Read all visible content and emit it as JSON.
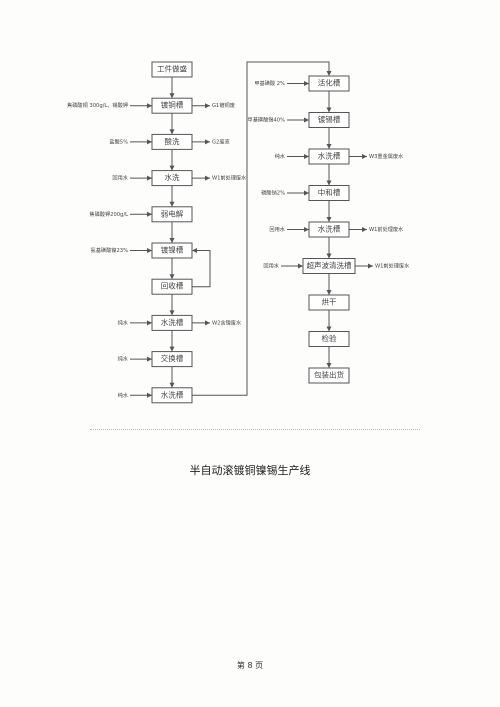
{
  "flowchart": {
    "left_steps": [
      {
        "label": "工件做盛",
        "note_left": "",
        "note_right": ""
      },
      {
        "label": "镀铜槽",
        "note_left": "焦磷酸铜 300g/L、锡酸钾",
        "note_right": "G1镀铜废"
      },
      {
        "label": "酸洗",
        "note_left": "盐酸5%",
        "note_right": "G2废液"
      },
      {
        "label": "水洗",
        "note_left": "回用水",
        "note_right": "W1前处理废水"
      },
      {
        "label": "弱电解",
        "note_left": "焦磷酸钾200g/L",
        "note_right": ""
      },
      {
        "label": "镀镍槽",
        "note_left": "氨基磺酸镍23%",
        "note_right": ""
      },
      {
        "label": "回收槽",
        "note_left": "",
        "note_right": ""
      },
      {
        "label": "水洗槽",
        "note_left": "纯水",
        "note_right": "W2含镍废水"
      },
      {
        "label": "交换槽",
        "note_left": "纯水",
        "note_right": ""
      },
      {
        "label": "水洗槽",
        "note_left": "纯水",
        "note_right": ""
      }
    ],
    "right_steps": [
      {
        "label": "活化槽",
        "note_left": "甲基磺酸 2%",
        "note_right": ""
      },
      {
        "label": "镀锡槽",
        "note_left": "甲基磺酸锡40%",
        "note_right": ""
      },
      {
        "label": "水洗槽",
        "note_left": "纯水",
        "note_right": "W3重金属废水"
      },
      {
        "label": "中和槽",
        "note_left": "磷酸钠2%",
        "note_right": ""
      },
      {
        "label": "水洗槽",
        "note_left": "回用水",
        "note_right": "W1前处理废水"
      },
      {
        "label": "超声波清洗槽",
        "note_left": "回用水",
        "note_right": "W1前处理废水"
      },
      {
        "label": "烘干",
        "note_left": "",
        "note_right": ""
      },
      {
        "label": "检验",
        "note_left": "",
        "note_right": ""
      },
      {
        "label": "包装出货",
        "note_left": "",
        "note_right": ""
      }
    ]
  },
  "caption": "半自动滚镀铜镍锡生产线",
  "page_number": "第 8 页",
  "colors": {
    "line": "#555555",
    "text": "#444444"
  }
}
